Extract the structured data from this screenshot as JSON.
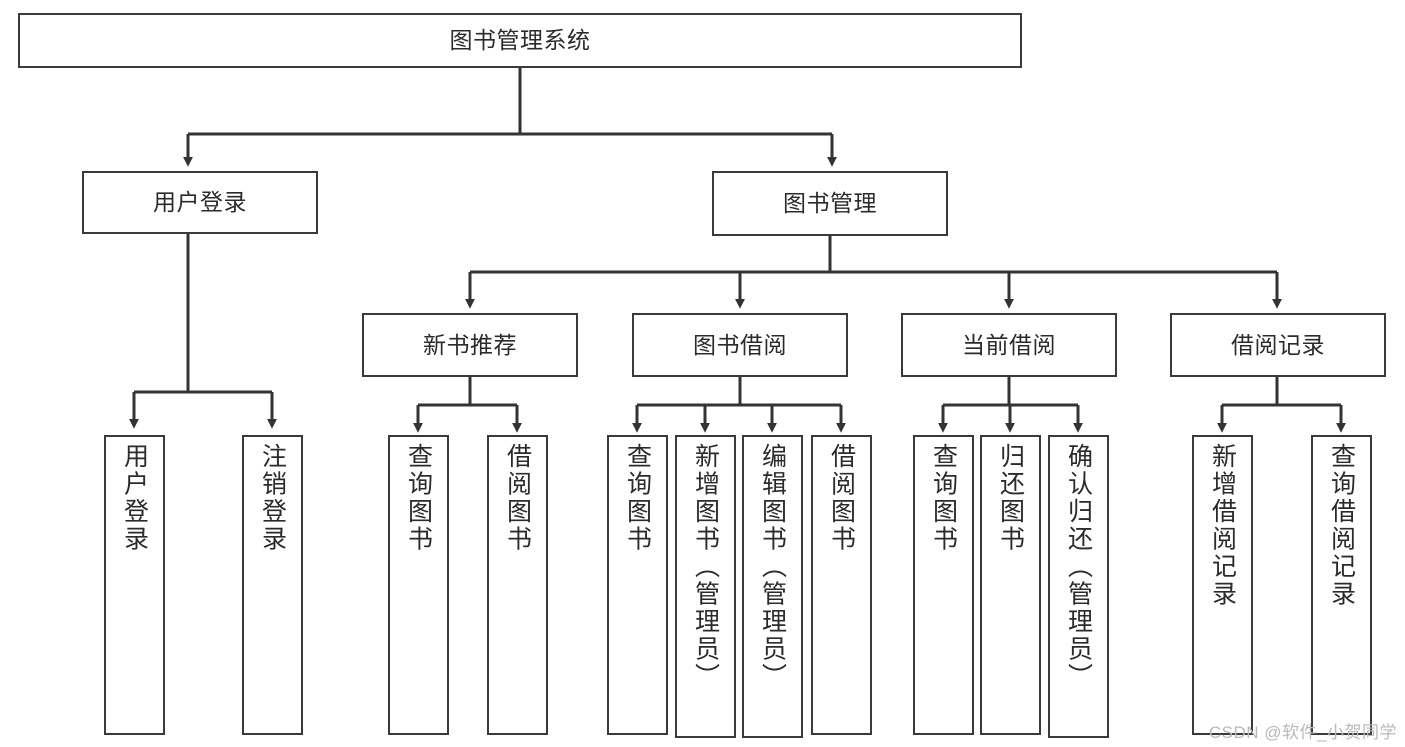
{
  "diagram": {
    "title": "图书管理系统",
    "type": "tree-hierarchy",
    "root": {
      "label": "图书管理系统"
    },
    "level2": [
      {
        "label": "用户登录"
      },
      {
        "label": "图书管理"
      }
    ],
    "level3": [
      {
        "label": "新书推荐"
      },
      {
        "label": "图书借阅"
      },
      {
        "label": "当前借阅"
      },
      {
        "label": "借阅记录"
      }
    ],
    "leaves": {
      "user_login": [
        {
          "label": "用户登录"
        },
        {
          "label": "注销登录"
        }
      ],
      "new_book_recommend": [
        {
          "label": "查询图书"
        },
        {
          "label": "借阅图书"
        }
      ],
      "book_borrow": [
        {
          "label": "查询图书"
        },
        {
          "label": "新增图书（管理员）"
        },
        {
          "label": "编辑图书（管理员）"
        },
        {
          "label": "借阅图书"
        }
      ],
      "current_borrow": [
        {
          "label": "查询图书"
        },
        {
          "label": "归还图书"
        },
        {
          "label": "确认归还（管理员）"
        }
      ],
      "borrow_record": [
        {
          "label": "新增借阅记录"
        },
        {
          "label": "查询借阅记录"
        }
      ]
    }
  },
  "watermark": {
    "text": "CSDN @软件_小贺同学"
  },
  "colors": {
    "background": "#ffffff",
    "box_fill": "#ffffff",
    "box_border": "#3a3a3a",
    "connector": "#333333",
    "text": "#2b2b2b",
    "watermark": "#b9b9b9"
  }
}
